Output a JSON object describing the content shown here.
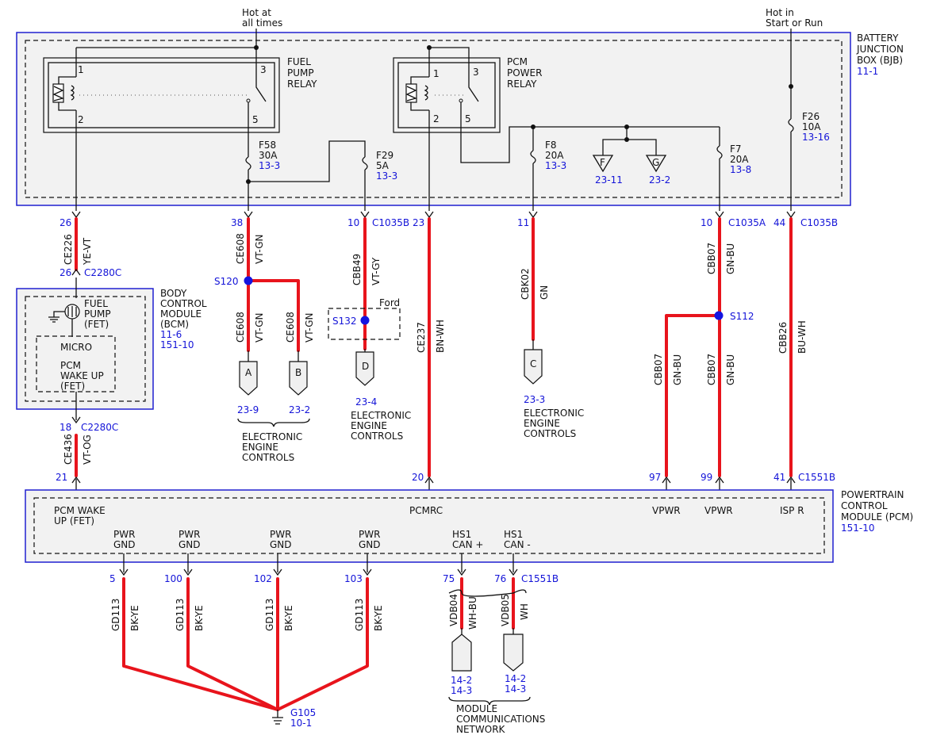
{
  "colors": {
    "wire": "#e8141c",
    "module_border": "#2020d0",
    "ref_text": "#1414d8",
    "splice": "#1414e0"
  },
  "power_labels": {
    "hot_at_all_times": [
      "Hot at",
      "all times"
    ],
    "hot_start_run": [
      "Hot in",
      "Start or Run"
    ]
  },
  "bjb": {
    "title": [
      "BATTERY",
      "JUNCTION",
      "BOX (BJB)"
    ],
    "ref": "11-1"
  },
  "fuel_pump_relay": {
    "label": [
      "FUEL",
      "PUMP",
      "RELAY"
    ],
    "pins": [
      "1",
      "2",
      "3",
      "5"
    ]
  },
  "pcm_power_relay": {
    "label": [
      "PCM",
      "POWER",
      "RELAY"
    ],
    "pins": [
      "1",
      "2",
      "3",
      "5"
    ]
  },
  "fuses": {
    "f58": {
      "name": "F58",
      "amps": "30A",
      "ref": "13-3"
    },
    "f29": {
      "name": "F29",
      "amps": "5A",
      "ref": "13-3"
    },
    "f8": {
      "name": "F8",
      "amps": "20A",
      "ref": "13-3"
    },
    "f7": {
      "name": "F7",
      "amps": "20A",
      "ref": "13-8"
    },
    "f26": {
      "name": "F26",
      "amps": "10A",
      "ref": "13-16"
    }
  },
  "grounds_in_bjb": [
    {
      "letter": "F",
      "ref": "23-11"
    },
    {
      "letter": "G",
      "ref": "23-2"
    }
  ],
  "bjb_pins": {
    "p26": "26",
    "p38": "38",
    "p10a": "10",
    "c1035b_1": "C1035B",
    "p23": "23",
    "p11": "11",
    "p10b": "10",
    "c1035a": "C1035A",
    "p44": "44",
    "c1035b_2": "C1035B"
  },
  "wires": {
    "ce226": {
      "circuit": "CE226",
      "color": "YE-VT"
    },
    "ce608": {
      "circuit": "CE608",
      "color": "VT-GN"
    },
    "cbb49": {
      "circuit": "CBB49",
      "color": "VT-GY"
    },
    "ce237": {
      "circuit": "CE237",
      "color": "BN-WH"
    },
    "cbk02": {
      "circuit": "CBK02",
      "color": "GN"
    },
    "cbb07": {
      "circuit": "CBB07",
      "color": "GN-BU"
    },
    "cbb26": {
      "circuit": "CBB26",
      "color": "BU-WH"
    },
    "ce436": {
      "circuit": "CE436",
      "color": "VT-OG"
    },
    "gd113": {
      "circuit": "GD113",
      "color": "BK-YE"
    },
    "vdb04": {
      "circuit": "VDB04",
      "color": "WH-BU"
    },
    "vdb05": {
      "circuit": "VDB05",
      "color": "WH"
    }
  },
  "bcm": {
    "title": [
      "BODY",
      "CONTROL",
      "MODULE",
      "(BCM)"
    ],
    "refs": [
      "11-6",
      "151-10"
    ],
    "fuel_pump_fet": [
      "FUEL",
      "PUMP",
      "(FET)"
    ],
    "micro": "MICRO",
    "wake_up": [
      "PCM",
      "WAKE UP",
      "(FET)"
    ],
    "pin_top": "26",
    "conn_top": "C2280C",
    "pin_bottom": "18",
    "conn_bottom": "C2280C"
  },
  "splices": {
    "s120": "S120",
    "s112": "S112",
    "s132": "S132",
    "ford": "Ford"
  },
  "connectors": {
    "a": {
      "letter": "A",
      "ref": "23-9"
    },
    "b": {
      "letter": "B",
      "ref": "23-2"
    },
    "d": {
      "letter": "D",
      "ref": "23-4"
    },
    "c": {
      "letter": "C",
      "ref": "23-3"
    },
    "eec_label": [
      "ELECTRONIC",
      "ENGINE",
      "CONTROLS"
    ]
  },
  "pcm": {
    "title": [
      "POWERTRAIN",
      "CONTROL",
      "MODULE (PCM)"
    ],
    "ref": "151-10",
    "pins_top": {
      "p21": "21",
      "p20": "20",
      "p97": "97",
      "p99": "99",
      "p41": "41",
      "conn": "C1551B"
    },
    "labels": {
      "wake": [
        "PCM WAKE",
        "UP (FET)"
      ],
      "pcmrc": "PCMRC",
      "vpwr1": "VPWR",
      "vpwr2": "VPWR",
      "isp": "ISP R"
    },
    "bottom_labels": {
      "pwr_gnd": [
        "PWR",
        "GND"
      ],
      "hs1_can_p": [
        "HS1",
        "CAN +"
      ],
      "hs1_can_n": [
        "HS1",
        "CAN -"
      ]
    },
    "pins_bottom": {
      "p5": "5",
      "p100": "100",
      "p102": "102",
      "p103": "103",
      "p75": "75",
      "p76": "76",
      "conn": "C1551B"
    }
  },
  "ground_g105": {
    "name": "G105",
    "ref": "10-1"
  },
  "network": {
    "refs": [
      "14-2",
      "14-3"
    ],
    "label": [
      "MODULE",
      "COMMUNICATIONS",
      "NETWORK"
    ]
  }
}
